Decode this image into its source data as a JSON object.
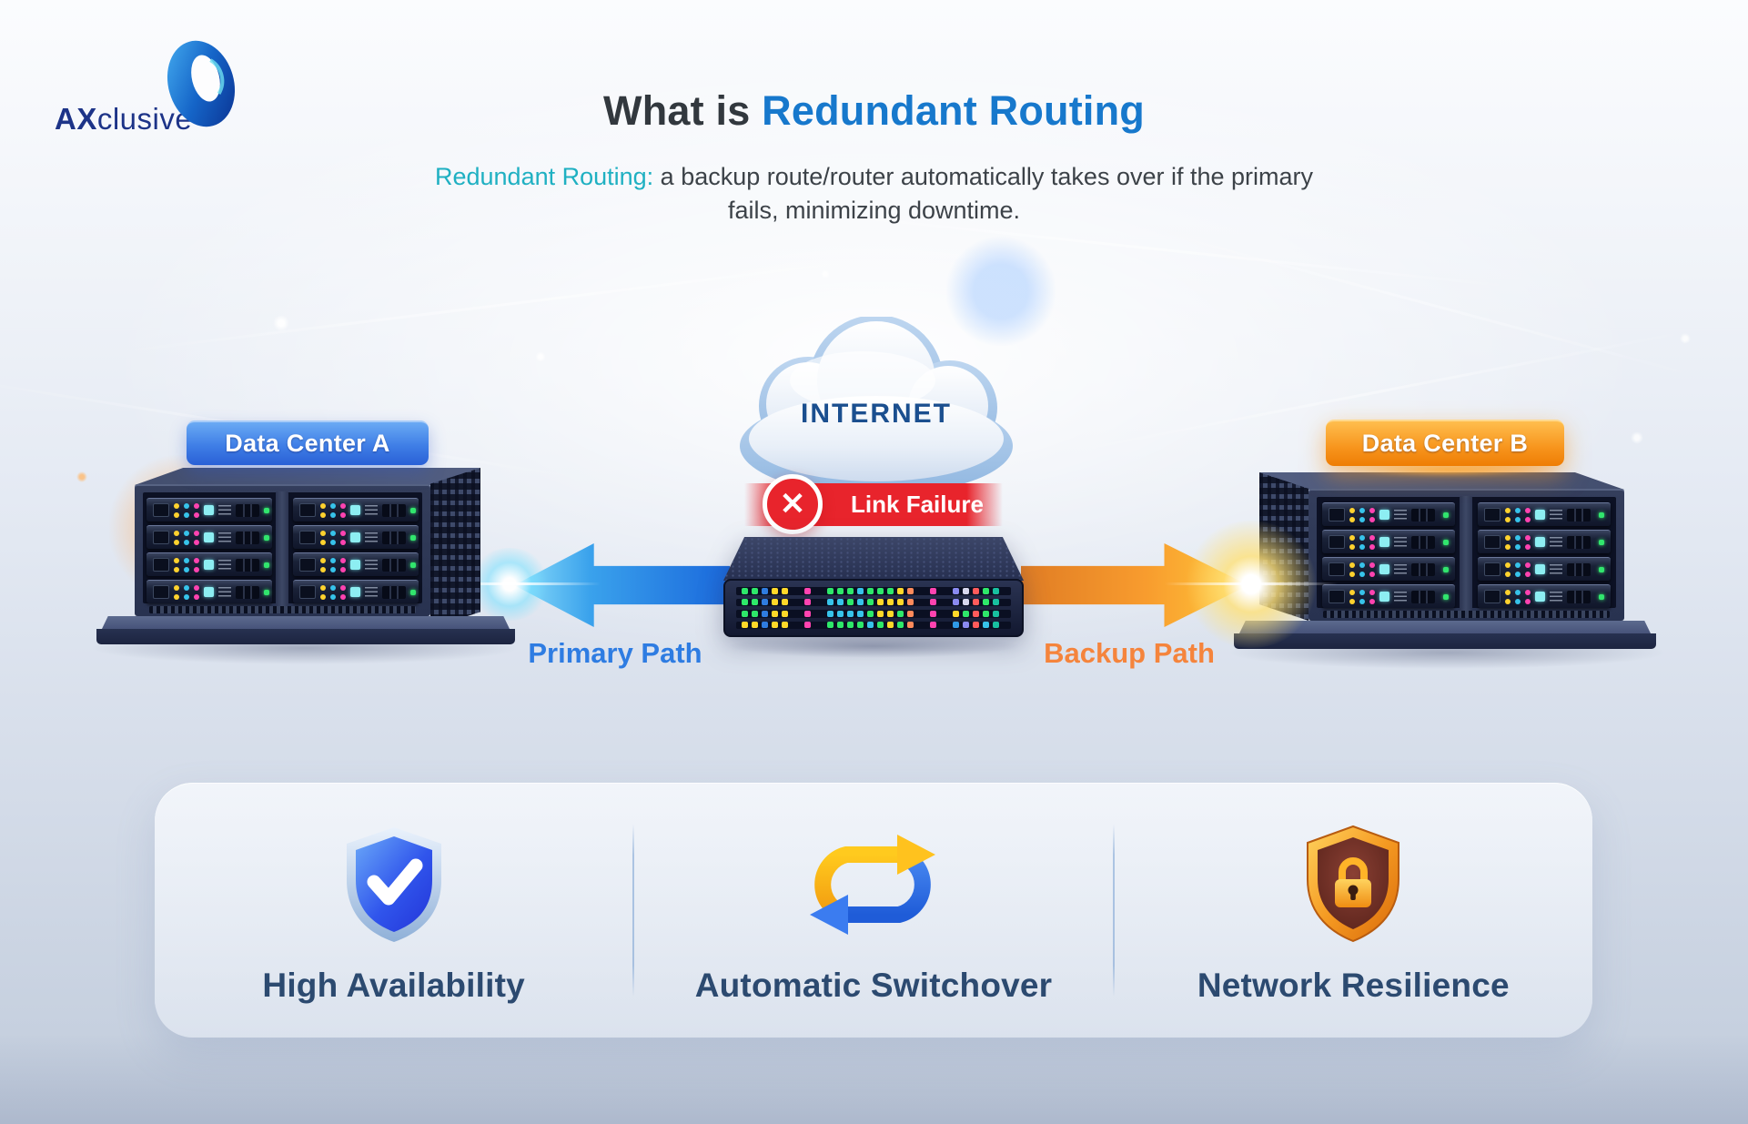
{
  "brand": {
    "name_bold": "AX",
    "name_rest": "clusive"
  },
  "header": {
    "title_prefix": "What is ",
    "title_highlight": "Redundant Routing",
    "subtitle_term": "Redundant Routing:",
    "subtitle_rest": " a backup route/router automatically takes over if the primary fails, minimizing downtime."
  },
  "diagram": {
    "cloud_label": "INTERNET",
    "link_failure_label": "Link Failure",
    "link_failure_x": "✕",
    "primary_path_label": "Primary Path",
    "backup_path_label": "Backup Path",
    "datacenter_a_label": "Data Center A",
    "datacenter_b_label": "Data Center B",
    "router": {
      "rows": [
        [
          "#2ee86a",
          "#2ee86a",
          "#2f7ce0",
          "#ffd829",
          "#ffd829",
          "",
          "#ff43b0",
          "",
          "#2ee86a",
          "#2ee86a",
          "#2ee86a",
          "#37c3ea",
          "#2ee86a",
          "#2ee86a",
          "#2ee86a",
          "#ffd829",
          "#ff8a5b",
          "",
          "#ff43b0",
          "",
          "#8a8af0",
          "#d8d8ee",
          "#ff5b5b",
          "#2ee86a",
          "#18c0a0"
        ],
        [
          "#2ee86a",
          "#2ee86a",
          "#2f7ce0",
          "#ffd829",
          "#ffd829",
          "",
          "#ff43b0",
          "",
          "#37c3ea",
          "#37c3ea",
          "#2ee86a",
          "#37c3ea",
          "#2ee86a",
          "#ffd829",
          "#ffd829",
          "#ffd829",
          "#ff8a5b",
          "",
          "#ff43b0",
          "",
          "#8a8af0",
          "#d8d8ee",
          "#ff5b5b",
          "#2ee86a",
          "#18c0a0"
        ],
        [
          "#2ee86a",
          "#2ee86a",
          "#2f7ce0",
          "#ffd829",
          "#ffd829",
          "",
          "#ff43b0",
          "",
          "#37c3ea",
          "#37c3ea",
          "#37c3ea",
          "#37c3ea",
          "#2ee86a",
          "#ffd829",
          "#ffd829",
          "#2ee86a",
          "#ff8a5b",
          "",
          "#ff43b0",
          "",
          "#ffd829",
          "#2ee86a",
          "#ff5b5b",
          "#2ee86a",
          "#18c0a0"
        ],
        [
          "#ffd829",
          "#ffd829",
          "#2f7ce0",
          "#ffd829",
          "#ffd829",
          "",
          "#ff43b0",
          "",
          "#2ee86a",
          "#2ee86a",
          "#2ee86a",
          "#2ee86a",
          "#37c3ea",
          "#2ee86a",
          "#ffd829",
          "#2ee86a",
          "#ff8a5b",
          "",
          "#ff43b0",
          "",
          "#2f9ae8",
          "#8a8af0",
          "#ff5b5b",
          "#37c3ea",
          "#18c0a0"
        ]
      ]
    },
    "server_unit_leds": [
      "#ffd22e",
      "#37c3ea",
      "#ff43b0"
    ],
    "server_unit_extra": {
      "square": "#8deef2",
      "status": "#31e56d"
    }
  },
  "features": [
    {
      "id": "high-availability",
      "label": "High Availability",
      "icon": "shield-check-icon"
    },
    {
      "id": "automatic-switchover",
      "label": "Automatic Switchover",
      "icon": "loop-arrows-icon"
    },
    {
      "id": "network-resilience",
      "label": "Network Resilience",
      "icon": "shield-lock-icon"
    }
  ],
  "colors": {
    "title_highlight": "#1778cc",
    "subtitle_term": "#1fb0c2",
    "primary_path": "#2e7ce2",
    "backup_path": "#f5843c",
    "link_failure": "#e8242c",
    "datacenter_a_accent": "#3a78e8",
    "datacenter_b_accent": "#f79120",
    "internet_text": "#1b4f8f",
    "feature_label": "#2c4a70"
  }
}
